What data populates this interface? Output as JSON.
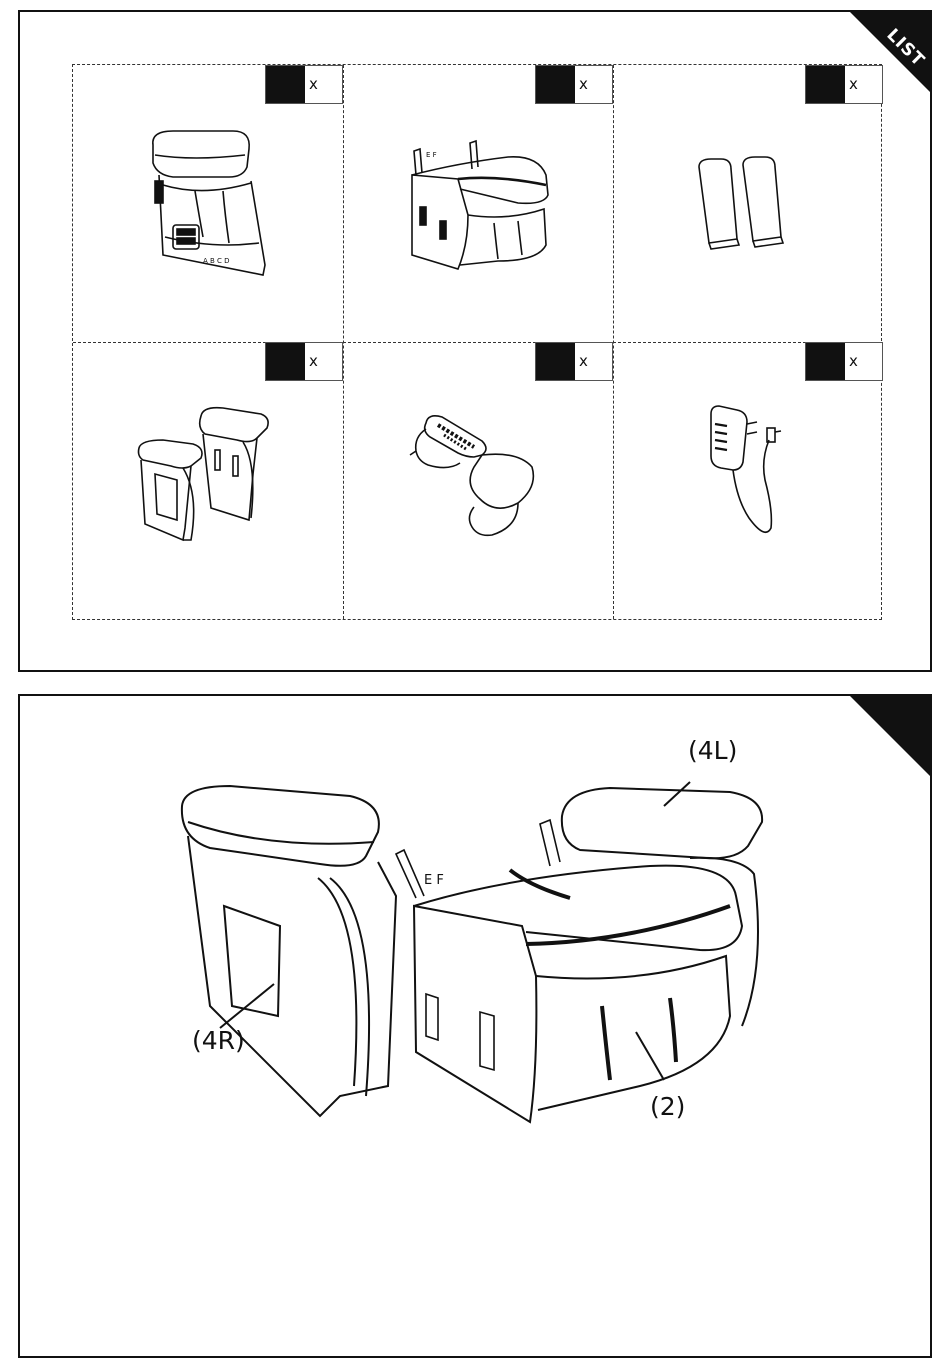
{
  "top_panel": {
    "corner_label": "LIST",
    "cells": [
      {
        "qty_mark": "x",
        "icon": "backrest-icon",
        "labels": "A B C D"
      },
      {
        "qty_mark": "x",
        "icon": "seat-base-icon",
        "labels": "E F"
      },
      {
        "qty_mark": "x",
        "icon": "cushion-pads-icon"
      },
      {
        "qty_mark": "x",
        "icon": "armrests-icon"
      },
      {
        "qty_mark": "x",
        "icon": "remote-control-icon"
      },
      {
        "qty_mark": "x",
        "icon": "power-adapter-icon"
      }
    ]
  },
  "bottom_panel": {
    "bracket_labels": "E F",
    "callouts": {
      "left_armrest": "(4L)",
      "right_armrest": "(4R)",
      "seat": "(2)"
    }
  }
}
